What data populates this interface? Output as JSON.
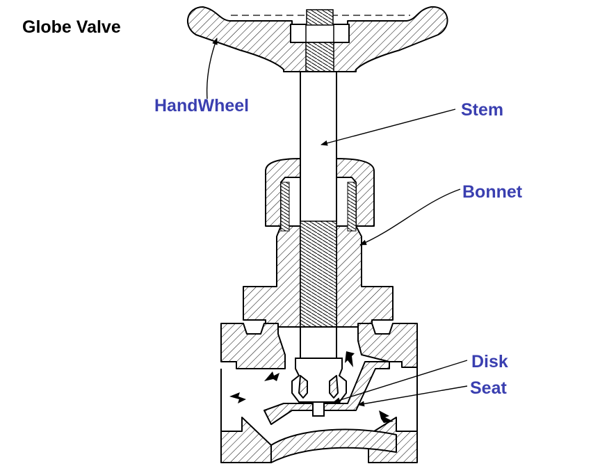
{
  "title": "Globe Valve",
  "labels": {
    "handwheel": "HandWheel",
    "stem": "Stem",
    "bonnet": "Bonnet",
    "disk": "Disk",
    "seat": "Seat"
  },
  "colors": {
    "label": "#3a3fb0",
    "line": "#000000",
    "background": "#ffffff"
  }
}
